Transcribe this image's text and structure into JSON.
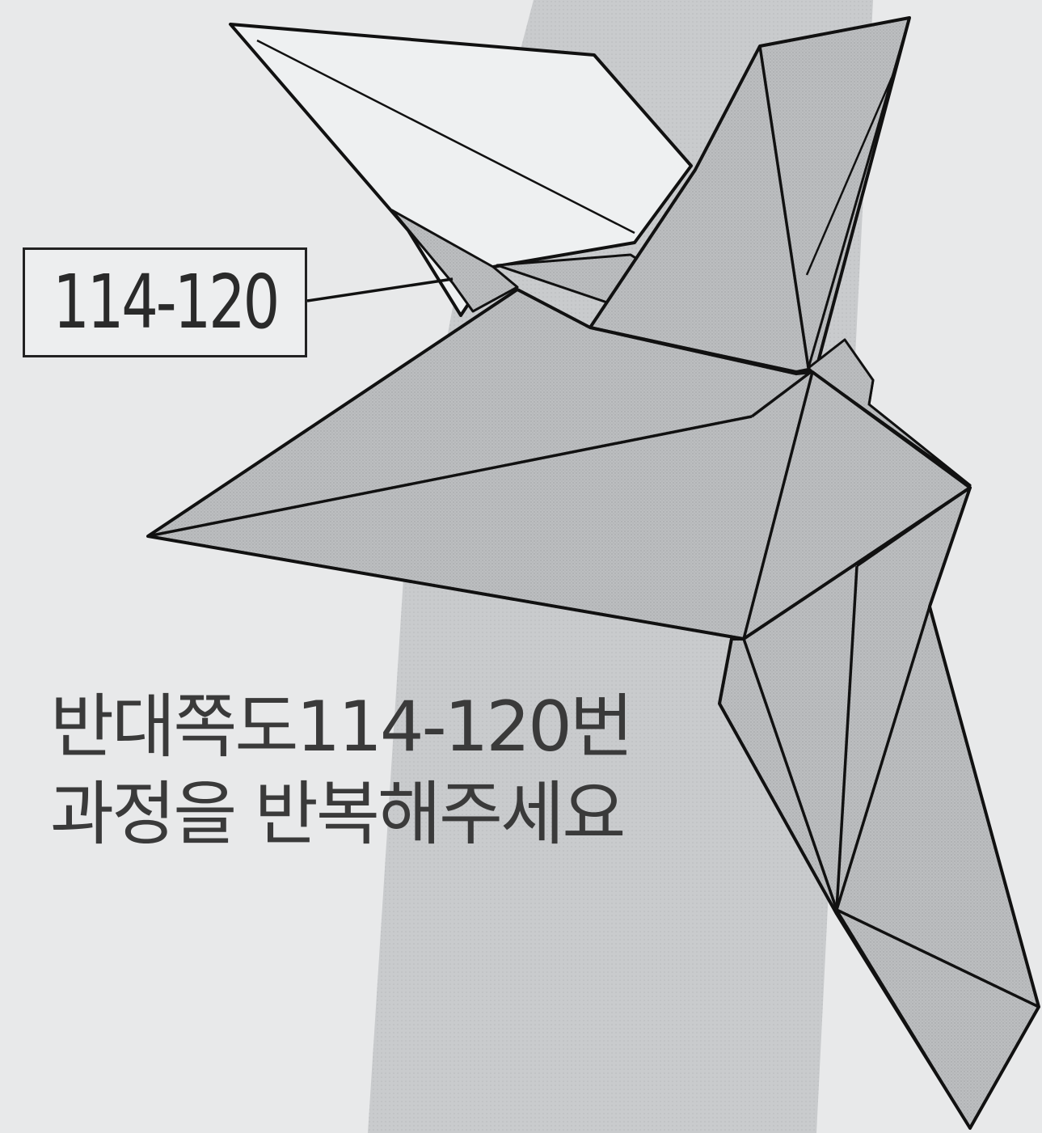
{
  "step_label": "114-120",
  "instruction": {
    "line1": "반대쪽도114-120번",
    "line2": "과정을 반복해주세요"
  },
  "colors": {
    "background": "#e8e9ea",
    "band": "#c4c6c8",
    "paper_fill": "#b9bbbd",
    "paper_light": "#e9eaeb",
    "outline": "#111111"
  }
}
